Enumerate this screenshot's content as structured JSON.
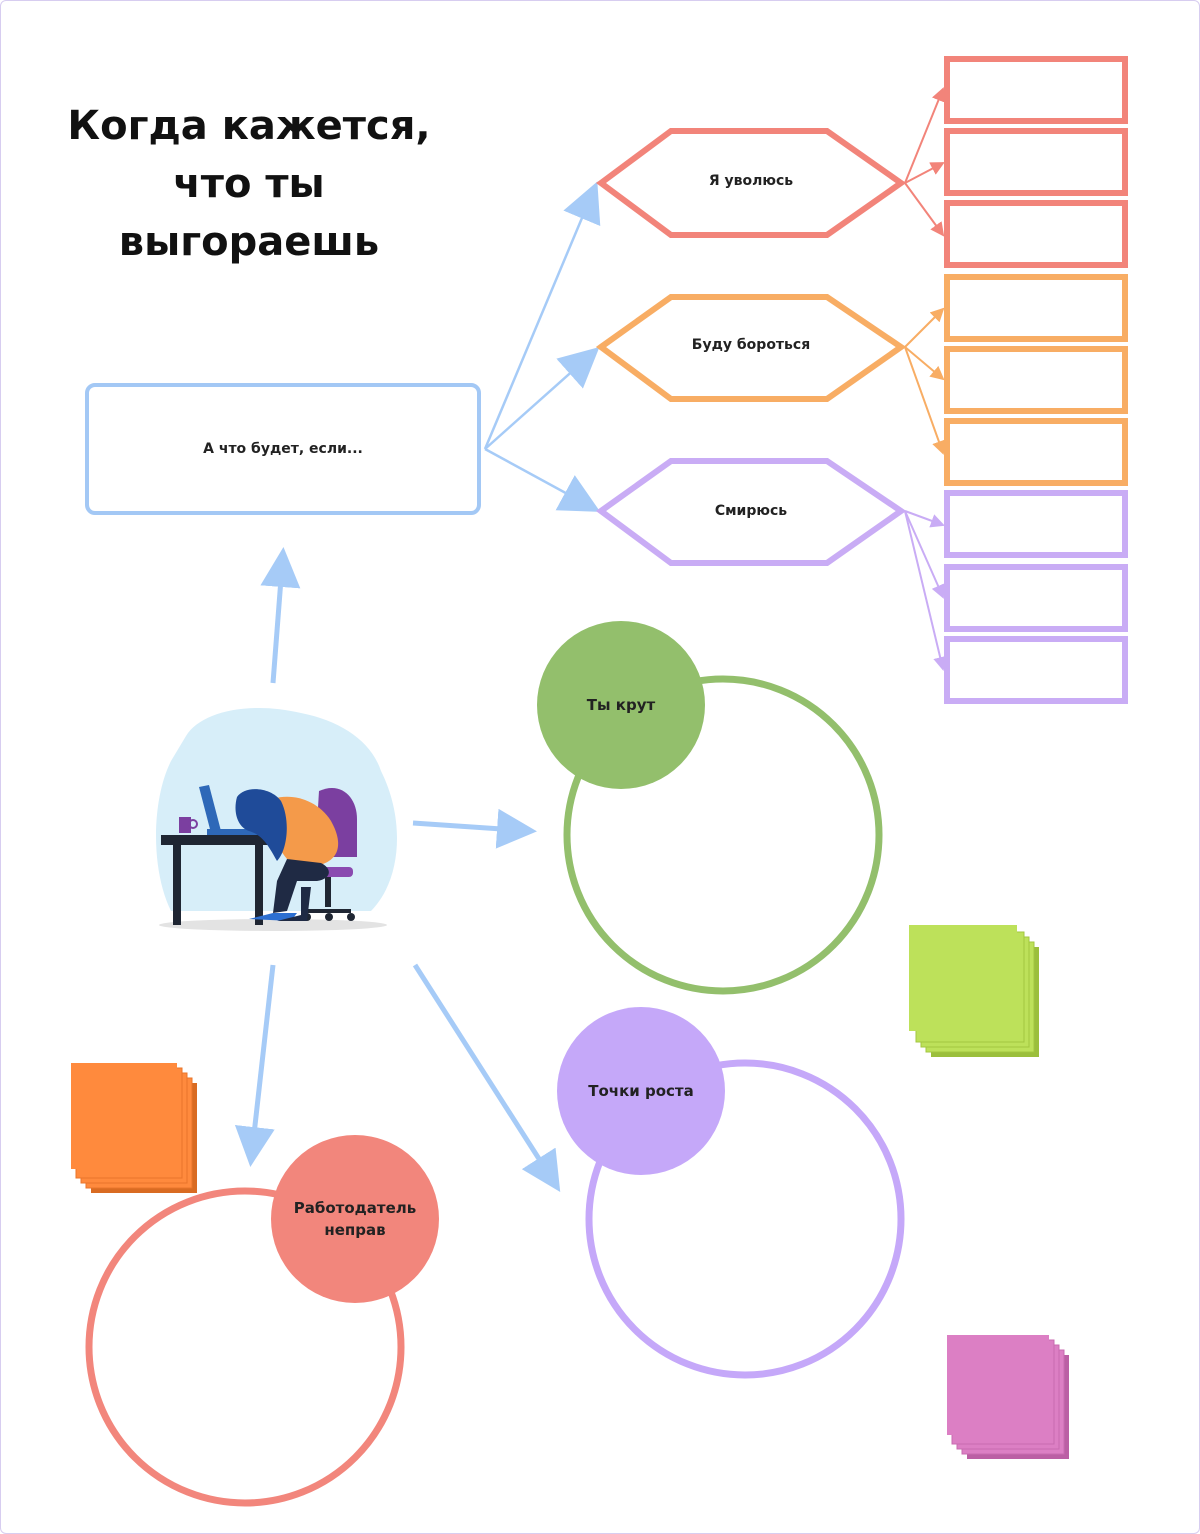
{
  "title": "Когда кажется,\nчто ты\nвыгораешь",
  "root": {
    "label": "А что будет, если..."
  },
  "options": [
    {
      "label": "Я уволюсь",
      "color": "#f2847a"
    },
    {
      "label": "Буду бороться",
      "color": "#f8ad64"
    },
    {
      "label": "Смирюсь",
      "color": "#c9acf5"
    }
  ],
  "circles": [
    {
      "label": "Ты крут",
      "color": "#93bf6c"
    },
    {
      "label": "Точки роста",
      "color": "#c5a8f9"
    },
    {
      "label": "Работодатель\nнеправ",
      "color": "#f2867c"
    }
  ],
  "colors": {
    "arrow": "#a6cbf7",
    "sticky_orange": "#ff8a3d",
    "sticky_green": "#bde15a",
    "sticky_pink": "#dc7fc4"
  },
  "icons": [
    "burnout-person-illustration",
    "sticky-notes-icon"
  ]
}
